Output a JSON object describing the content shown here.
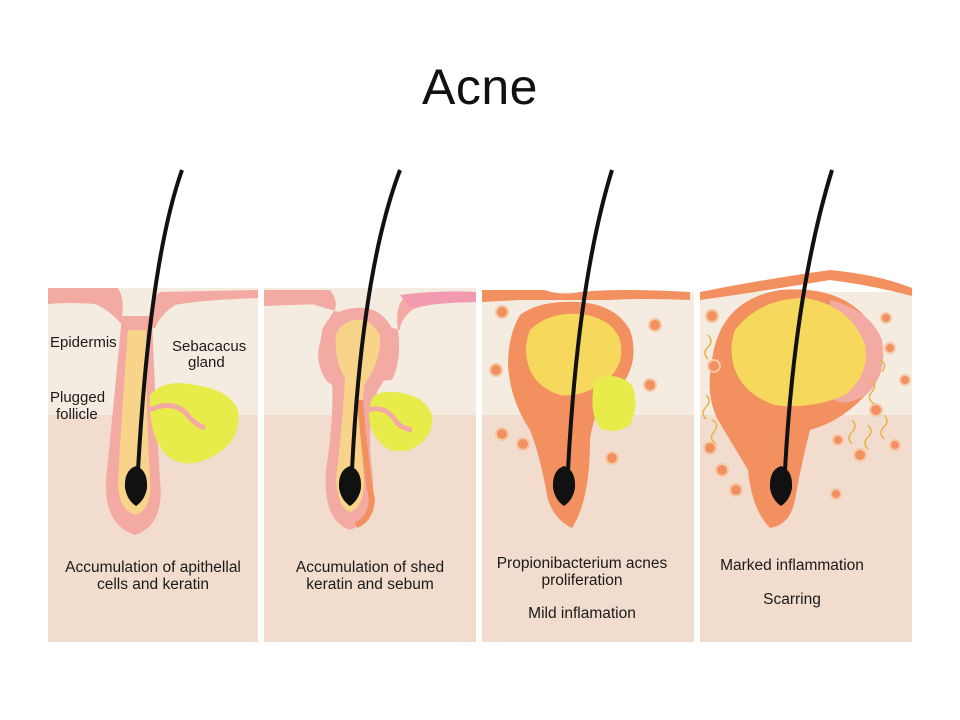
{
  "title": "Acne",
  "labels": {
    "epidermis": "Epidermis",
    "gland_line1": "Sebacacus",
    "gland_line2": "gland",
    "follicle_line1": "Plugged",
    "follicle_line2": "follicle"
  },
  "panels": [
    {
      "caption_line1": "Accumulation of apithellal",
      "caption_line2": "cells and keratin",
      "caption_line3": ""
    },
    {
      "caption_line1": "Accumulation of shed",
      "caption_line2": "keratin and sebum",
      "caption_line3": ""
    },
    {
      "caption_line1": "Propionibacterium acnes",
      "caption_line2": "proliferation",
      "caption_line3": "Mild inflamation"
    },
    {
      "caption_line1": "Marked inflammation",
      "caption_line2": "",
      "caption_line3": "Scarring"
    }
  ],
  "colors": {
    "upper_skin": "#f4ece1",
    "lower_skin": "#f1dccd",
    "follicle": "#f3aaa2",
    "gland": "#e8ec4a",
    "inflamed": "#f39060",
    "sebum": "#f6d85c",
    "hair": "#111111"
  }
}
